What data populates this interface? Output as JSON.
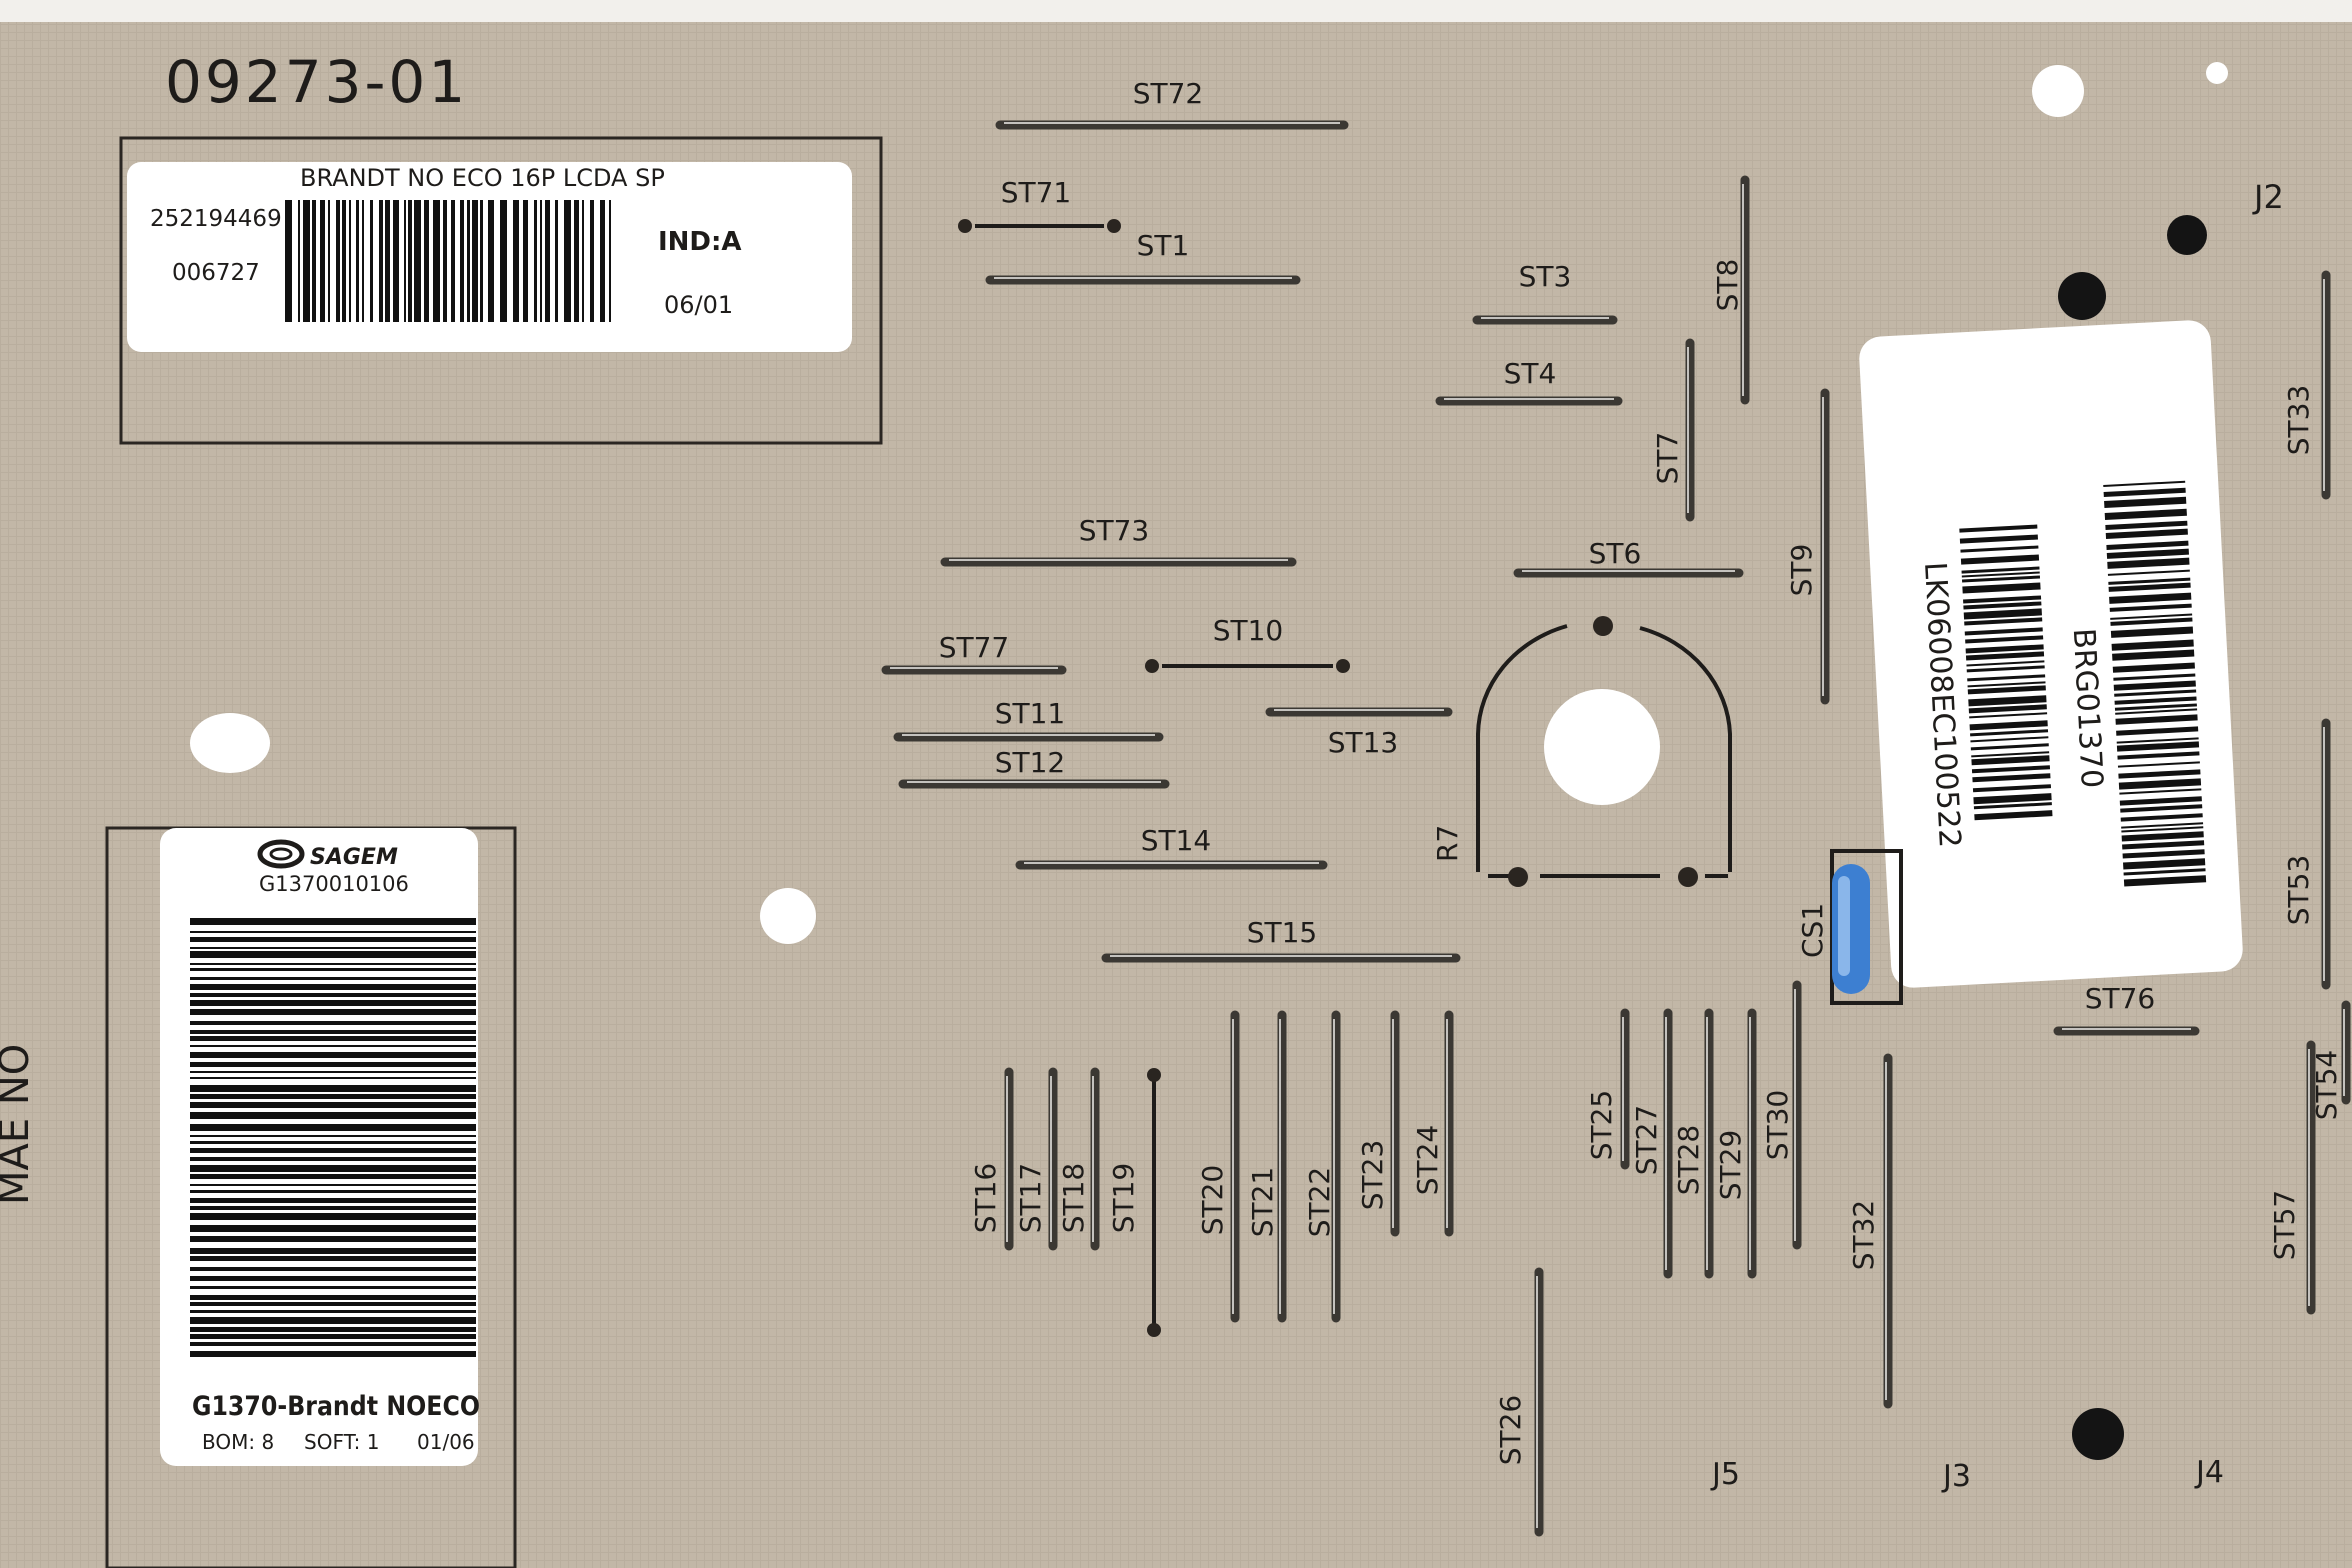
{
  "board_code": "09273-01",
  "side_text": "MAE NO",
  "label1": {
    "title": "BRANDT NO ECO 16P  LCDA SP",
    "number1": "252194469",
    "number2": "006727",
    "ind": "IND:A",
    "date": "06/01"
  },
  "label2": {
    "brand": "SAGEM",
    "code": "G1370010106",
    "product": "G1370-Brandt NOECO",
    "bom": "BOM: 8",
    "soft": "SOFT: 1",
    "date": "01/06"
  },
  "label3": {
    "code1": "BRG01370",
    "code2": "LK06008EC100522"
  },
  "connectors": {
    "j2": "J2",
    "j3": "J3",
    "j4": "J4",
    "j5": "J5"
  },
  "components": {
    "r7": "R7",
    "cs1": "CS1"
  },
  "straps": {
    "st1": "ST1",
    "st3": "ST3",
    "st4": "ST4",
    "st6": "ST6",
    "st7": "ST7",
    "st8": "ST8",
    "st9": "ST9",
    "st10": "ST10",
    "st11": "ST11",
    "st12": "ST12",
    "st13": "ST13",
    "st14": "ST14",
    "st15": "ST15",
    "st16": "ST16",
    "st17": "ST17",
    "st18": "ST18",
    "st19": "ST19",
    "st20": "ST20",
    "st21": "ST21",
    "st22": "ST22",
    "st23": "ST23",
    "st24": "ST24",
    "st25": "ST25",
    "st26": "ST26",
    "st27": "ST27",
    "st28": "ST28",
    "st29": "ST29",
    "st30": "ST30",
    "st32": "ST32",
    "st33": "ST33",
    "st53": "ST53",
    "st54": "ST54",
    "st57": "ST57",
    "st71": "ST71",
    "st72": "ST72",
    "st73": "ST73",
    "st76": "ST76",
    "st77": "ST77"
  },
  "colors": {
    "board": "#c2b7a7",
    "silkscreen": "#1e1c1a",
    "label": "#ffffff",
    "capacitor": "#3d7fd1"
  }
}
